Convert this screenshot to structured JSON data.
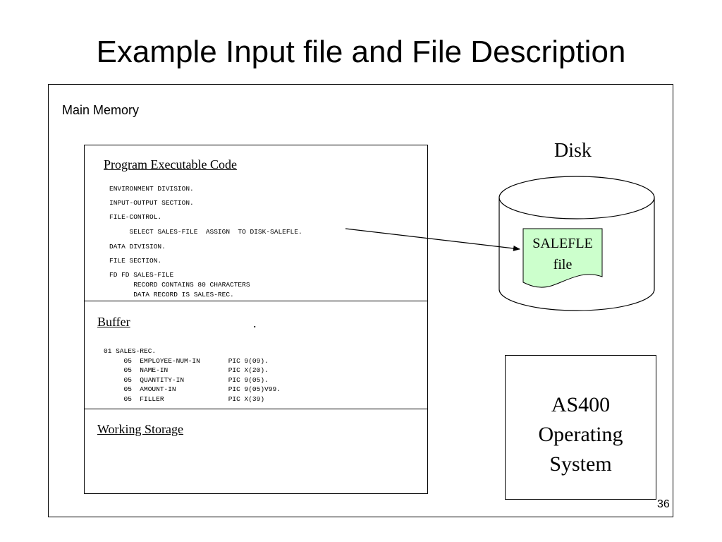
{
  "slide": {
    "title": "Example Input file and File Description",
    "number": "36"
  },
  "main_memory": {
    "label": "Main Memory"
  },
  "program_code": {
    "heading": "Program Executable Code",
    "lines": [
      "ENVIRONMENT DIVISION.",
      "INPUT-OUTPUT SECTION.",
      "FILE-CONTROL.",
      "     SELECT SALES-FILE  ASSIGN  TO DISK-SALEFLE.",
      "DATA DIVISION.",
      "FILE SECTION.",
      "FD FD SALES-FILE",
      "      RECORD CONTAINS 80 CHARACTERS",
      "      DATA RECORD IS SALES-REC."
    ]
  },
  "buffer": {
    "heading": "Buffer",
    "dot": ".",
    "record_lines": [
      "01 SALES-REC.",
      "     05  EMPLOYEE-NUM-IN       PIC 9(09).",
      "     05  NAME-IN               PIC X(20).",
      "     05  QUANTITY-IN           PIC 9(05).",
      "     05  AMOUNT-IN             PIC 9(05)V99.",
      "     05  FILLER                PIC X(39)"
    ]
  },
  "working_storage": {
    "heading": "Working Storage"
  },
  "disk": {
    "label": "Disk",
    "file_name": "SALEFLE",
    "file_suffix": "file",
    "file_fill": "#ccffcc"
  },
  "os_box": {
    "line1": "AS400",
    "line2": "Operating",
    "line3": "System"
  }
}
